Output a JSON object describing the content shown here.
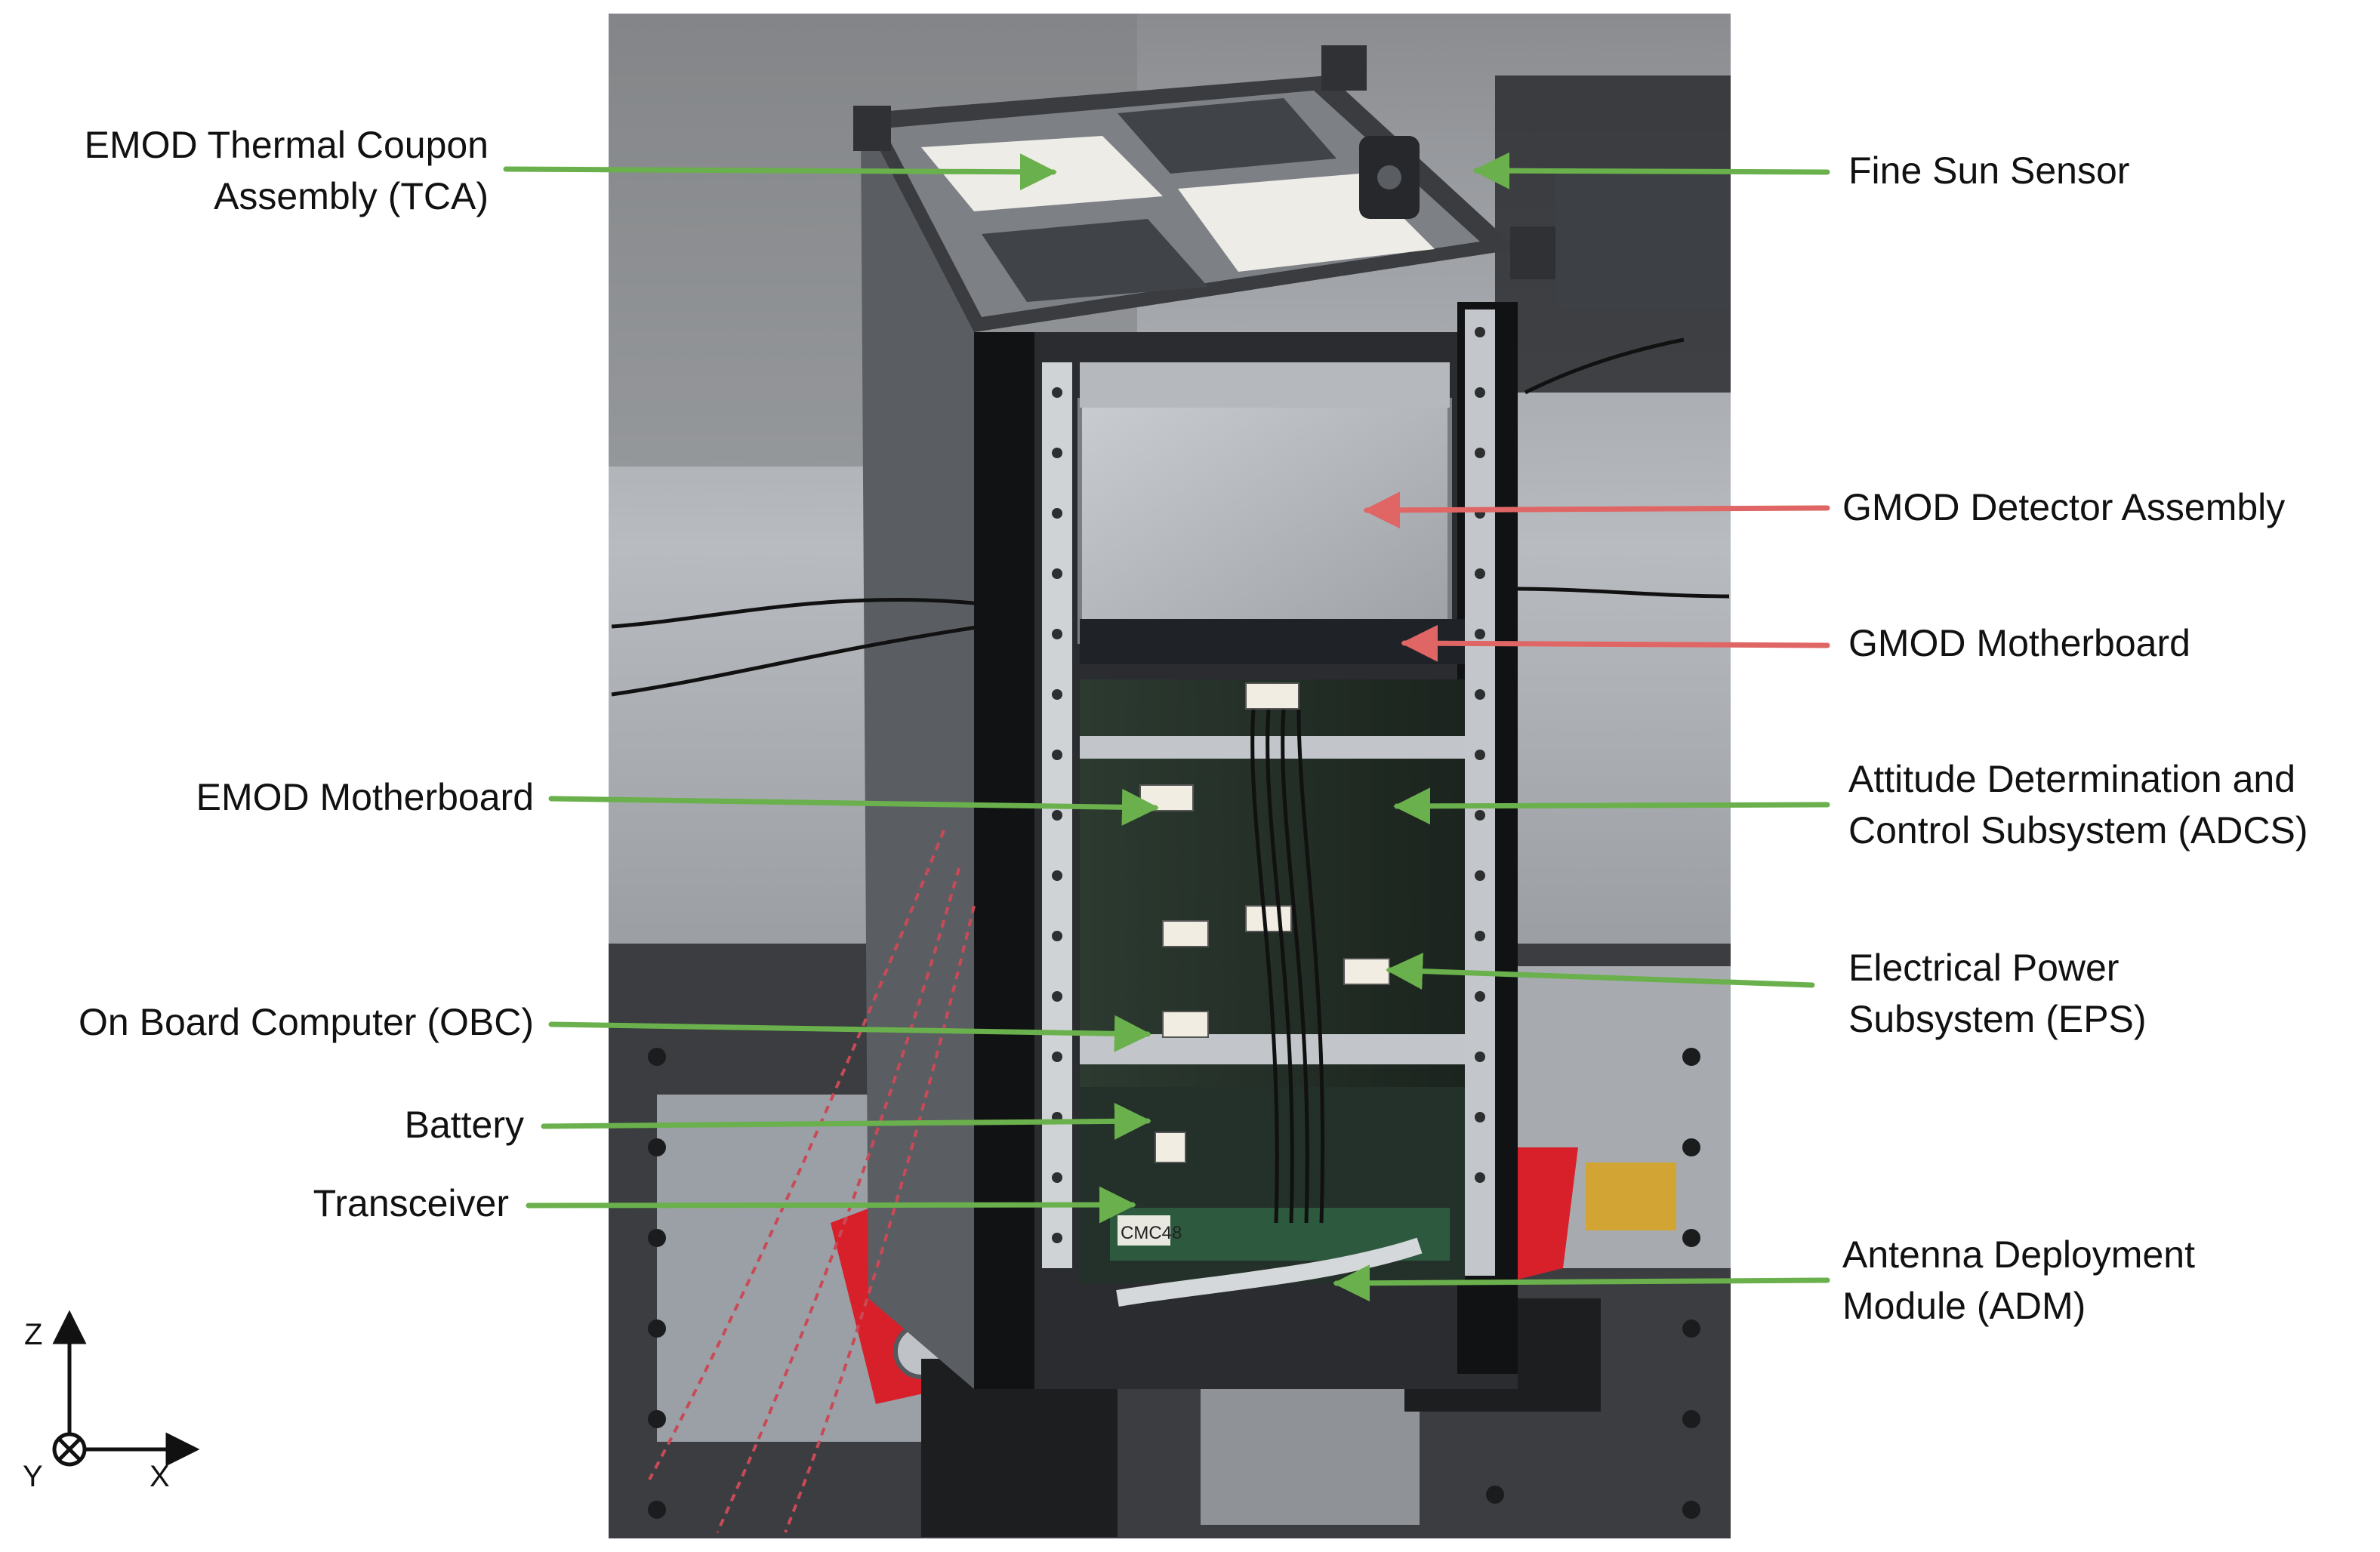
{
  "labels": {
    "emod_tca": [
      "EMOD Thermal Coupon",
      "Assembly (TCA)"
    ],
    "fine_sun_sensor": "Fine Sun Sensor",
    "gmod_detector": "GMOD Detector Assembly",
    "gmod_motherboard": "GMOD Motherboard",
    "emod_motherboard": "EMOD Motherboard",
    "adcs": [
      "Attitude Determination and",
      "Control Subsystem (ADCS)"
    ],
    "eps": [
      "Electrical Power",
      "Subsystem (EPS)"
    ],
    "obc": "On Board Computer (OBC)",
    "battery": "Battery",
    "transceiver": "Transceiver",
    "adm": [
      "Antenna Deployment",
      "Module (ADM)"
    ]
  },
  "axes": {
    "z": "Z",
    "y": "Y",
    "x": "X"
  },
  "board_markings": {
    "cmc": "CMC48"
  },
  "colors": {
    "green_arrow": "#6ab04c",
    "red_arrow": "#e06666"
  }
}
